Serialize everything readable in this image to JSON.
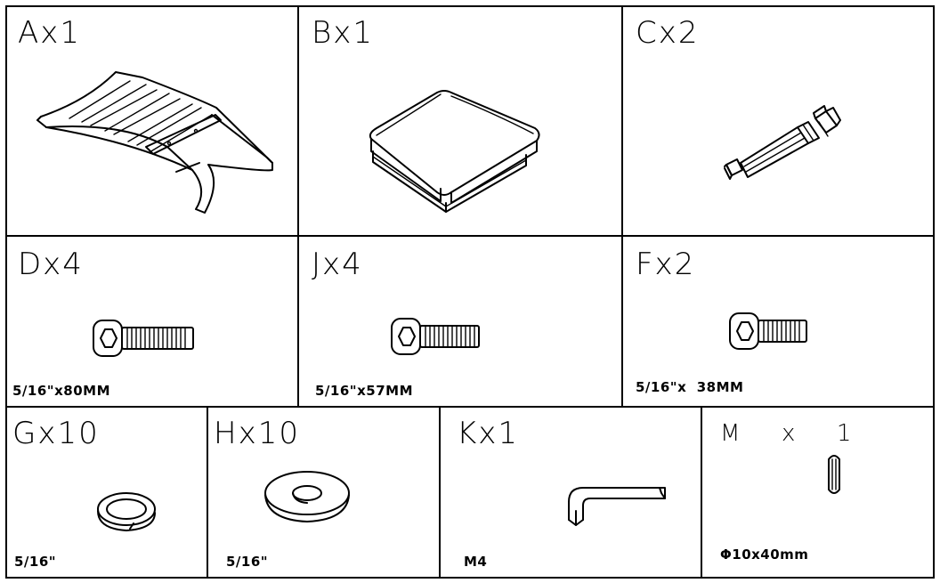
{
  "parts": {
    "A": {
      "title": "Ax1"
    },
    "B": {
      "title": "Bx1"
    },
    "C": {
      "title": "Cx2"
    },
    "D": {
      "title": "Dx4",
      "size": "5/16\"x80MM"
    },
    "J": {
      "title": "Jx4",
      "size": "5/16\"x57MM"
    },
    "F": {
      "title": "Fx2",
      "size": "5/16\"x  38MM"
    },
    "G": {
      "title": "Gx10",
      "size": "5/16\""
    },
    "H": {
      "title": "Hx10",
      "size": "5/16\""
    },
    "K": {
      "title": "Kx1",
      "size": "M4"
    },
    "M": {
      "title": "M  x  1",
      "size": "Φ10x40mm"
    }
  },
  "icons": {
    "A": "backrest-frame-icon",
    "B": "seat-cushion-icon",
    "C": "leg-icon",
    "D": "bolt-icon",
    "J": "bolt-icon",
    "F": "bolt-icon",
    "G": "spring-washer-icon",
    "H": "flat-washer-icon",
    "K": "allen-key-icon",
    "M": "dowel-pin-icon"
  }
}
